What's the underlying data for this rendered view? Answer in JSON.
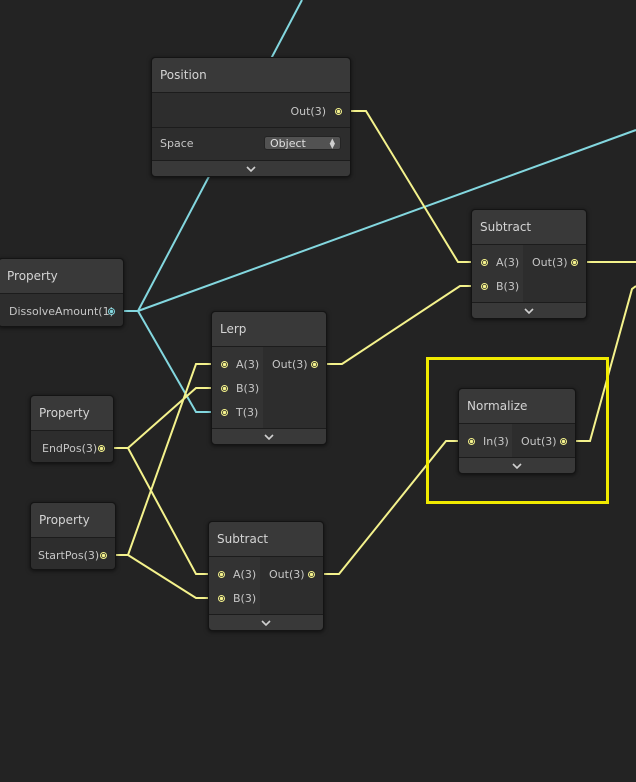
{
  "colors": {
    "background": "#232323",
    "wire_vector3": "#f4f28c",
    "wire_vector1": "#83d7df",
    "highlight": "#f0ea00"
  },
  "nodes": {
    "position": {
      "title": "Position",
      "out_label": "Out(3)",
      "space_label": "Space",
      "space_value": "Object"
    },
    "dissolve_property": {
      "title": "Property",
      "out_label": "DissolveAmount(1)"
    },
    "endpos_property": {
      "title": "Property",
      "out_label": "EndPos(3)"
    },
    "startpos_property": {
      "title": "Property",
      "out_label": "StartPos(3)"
    },
    "lerp": {
      "title": "Lerp",
      "in_a": "A(3)",
      "in_b": "B(3)",
      "in_t": "T(3)",
      "out_label": "Out(3)"
    },
    "subtract_top": {
      "title": "Subtract",
      "in_a": "A(3)",
      "in_b": "B(3)",
      "out_label": "Out(3)"
    },
    "subtract_bottom": {
      "title": "Subtract",
      "in_a": "A(3)",
      "in_b": "B(3)",
      "out_label": "Out(3)"
    },
    "normalize": {
      "title": "Normalize",
      "in_label": "In(3)",
      "out_label": "Out(3)"
    }
  }
}
